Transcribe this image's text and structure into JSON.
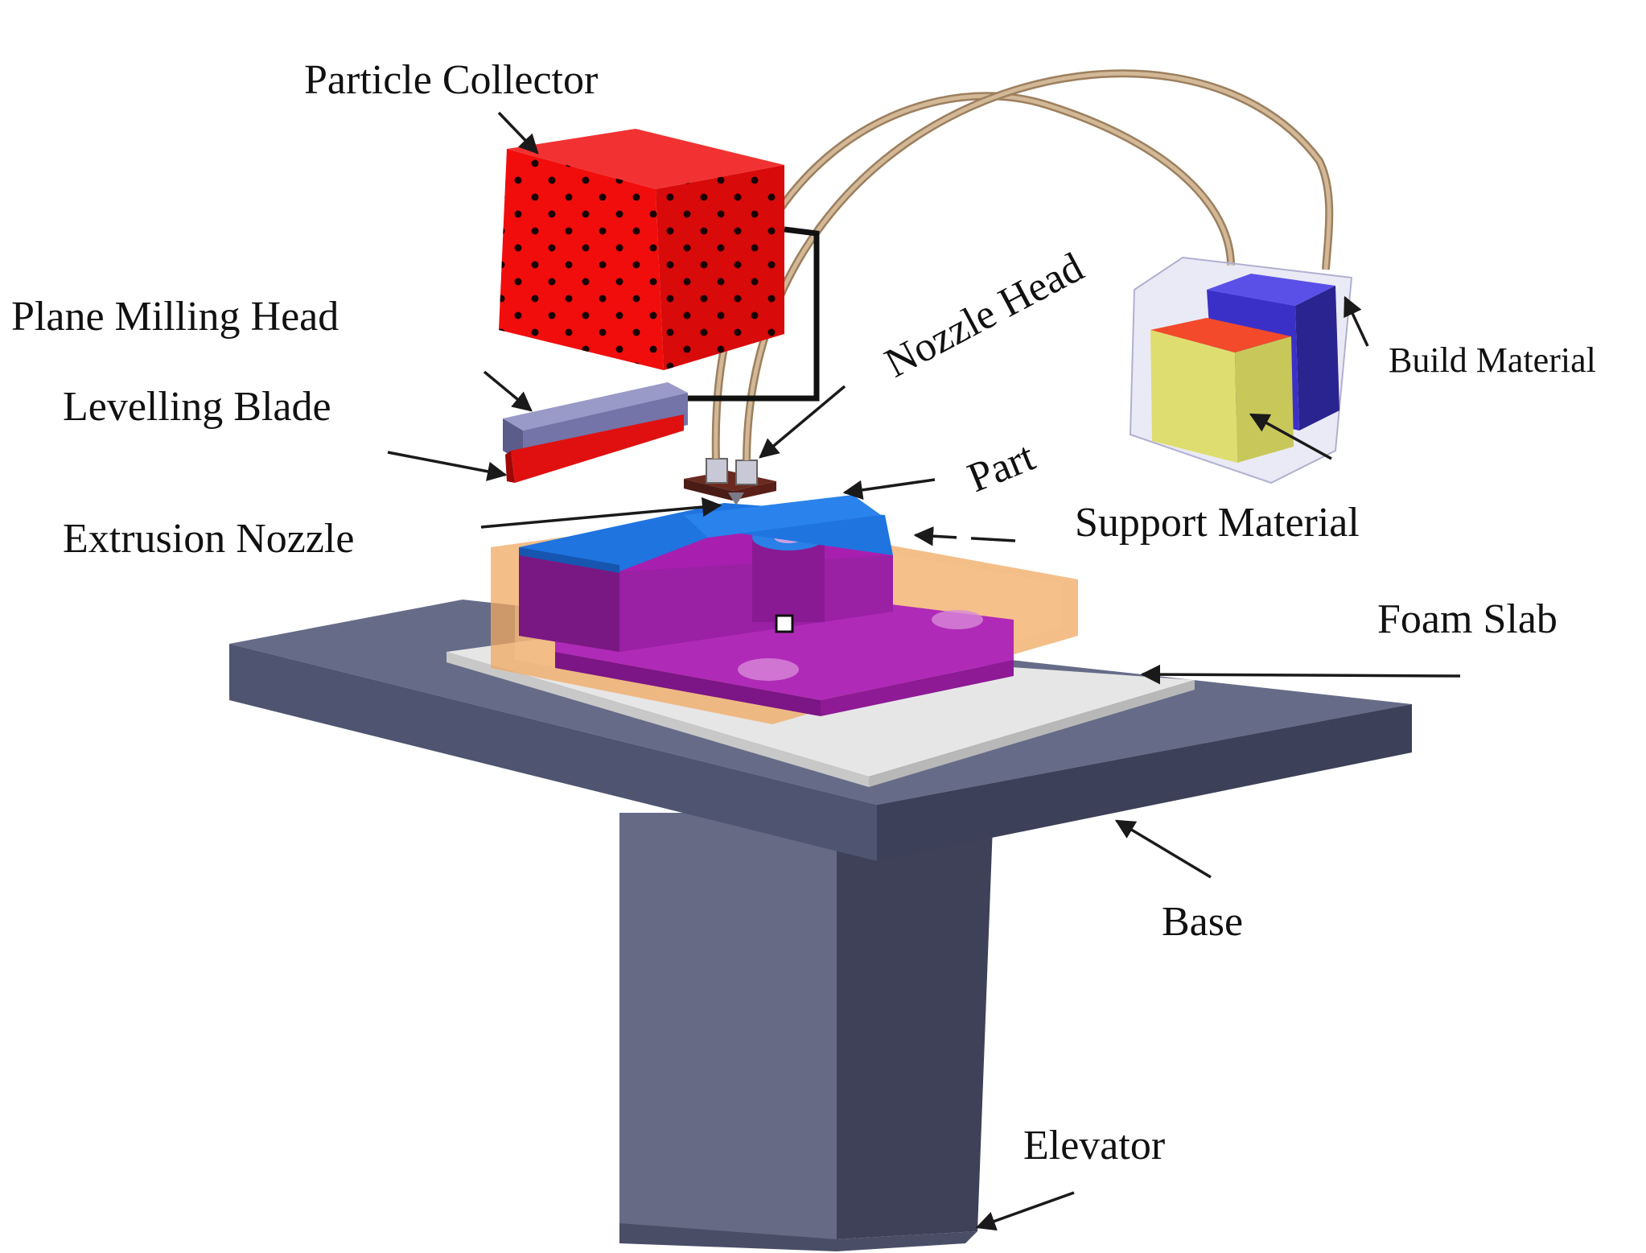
{
  "labels": {
    "particle_collector": "Particle Collector",
    "plane_milling_head": "Plane Milling Head",
    "levelling_blade": "Levelling Blade",
    "extrusion_nozzle": "Extrusion Nozzle",
    "nozzle_head": "Nozzle Head",
    "part": "Part",
    "build_material": "Build Material",
    "support_material": "Support Material",
    "foam_slab": "Foam Slab",
    "base": "Base",
    "elevator": "Elevator"
  },
  "colors": {
    "particle_collector": "#f20d0d",
    "milling_head": "#7474a8",
    "blade": "#e01010",
    "part": "#a01ea8",
    "part_top": "#1f74e0",
    "support": "#f0a860",
    "foam_slab": "#e4e4e4",
    "base": "#5e6380",
    "elevator": "#5a5e78",
    "build_material": "#3a30c8",
    "support_material": "#dede70",
    "tube": "#b89a78"
  }
}
